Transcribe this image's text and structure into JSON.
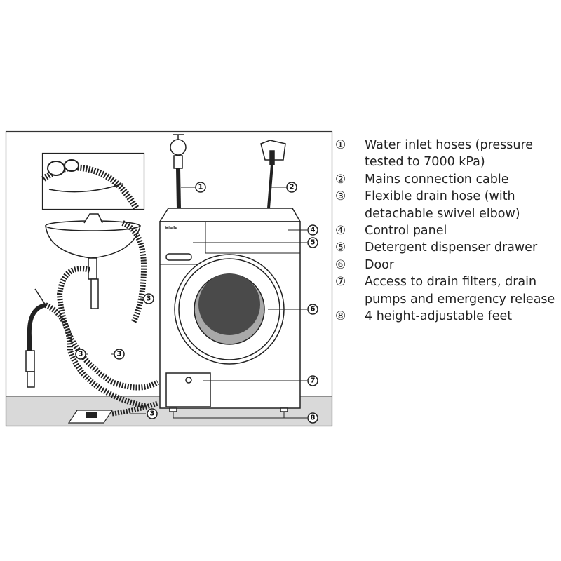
{
  "diagram": {
    "brand_label": "Miele",
    "callouts": {
      "water_inlet": "1",
      "mains_cable": "2",
      "drain_hose_sink": "3",
      "drain_hose_standpipe_a": "3",
      "drain_hose_standpipe_b": "3",
      "drain_hose_floor": "3",
      "control_panel": "4",
      "dispenser_drawer": "5",
      "door": "6",
      "drain_access": "7",
      "feet": "8"
    },
    "colors": {
      "outline": "#1a1a1a",
      "floor": "#d9d9d9",
      "glass_dark": "#4a4a4a",
      "glass_rim": "#a9a9a9"
    }
  },
  "legend": {
    "items": [
      {
        "marker": "①",
        "text": "Water inlet hoses (pressure tested to 7000 kPa)"
      },
      {
        "marker": "②",
        "text": "Mains connection cable"
      },
      {
        "marker": "③",
        "text": "Flexible drain hose (with detachable swivel elbow)"
      },
      {
        "marker": "④",
        "text": "Control panel"
      },
      {
        "marker": "⑤",
        "text": "Detergent dispenser drawer"
      },
      {
        "marker": "⑥",
        "text": "Door"
      },
      {
        "marker": "⑦",
        "text": "Access to drain filters, drain pumps and emergency release"
      },
      {
        "marker": "⑧",
        "text": "4 height-adjustable feet"
      }
    ]
  }
}
